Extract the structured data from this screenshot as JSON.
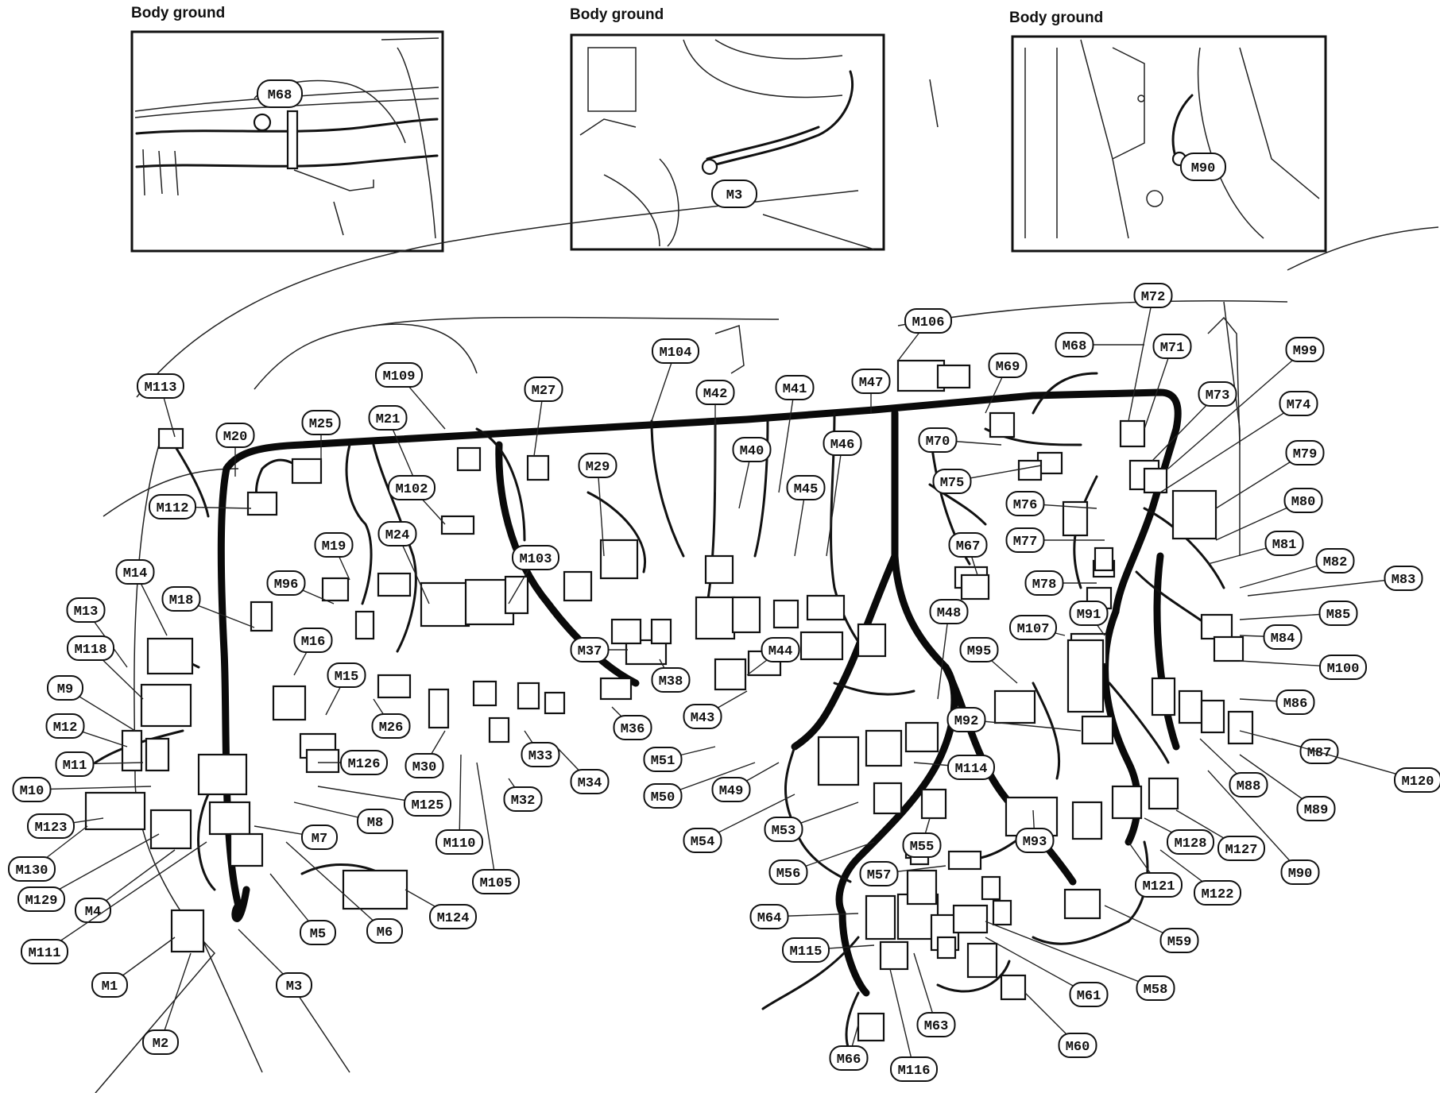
{
  "panels": [
    {
      "title": "Body ground",
      "label": "M68"
    },
    {
      "title": "Body ground",
      "label": "M3"
    },
    {
      "title": "Body ground",
      "label": "M90"
    }
  ],
  "labels": [
    "M113",
    "M109",
    "M104",
    "M106",
    "M72",
    "M68",
    "M71",
    "M99",
    "M27",
    "M42",
    "M41",
    "M47",
    "M69",
    "M20",
    "M25",
    "M21",
    "M40",
    "M46",
    "M70",
    "M73",
    "M74",
    "M112",
    "M102",
    "M29",
    "M45",
    "M75",
    "M76",
    "M79",
    "M80",
    "M14",
    "M19",
    "M24",
    "M103",
    "M67",
    "M77",
    "M78",
    "M81",
    "M82",
    "M83",
    "M96",
    "M18",
    "M16",
    "M13",
    "M37",
    "M44",
    "M48",
    "M107",
    "M91",
    "M85",
    "M84",
    "M118",
    "M15",
    "M38",
    "M43",
    "M95",
    "M100",
    "M9",
    "M26",
    "M36",
    "M86",
    "M12",
    "M126",
    "M30",
    "M33",
    "M51",
    "M92",
    "M87",
    "M11",
    "M34",
    "M114",
    "M88",
    "M120",
    "M10",
    "M125",
    "M8",
    "M32",
    "M50",
    "M49",
    "M89",
    "M123",
    "M7",
    "M110",
    "M93",
    "M127",
    "M128",
    "M54",
    "M53",
    "M55",
    "M130",
    "M90",
    "M56",
    "M57",
    "M121",
    "M122",
    "M105",
    "M129",
    "M4",
    "M124",
    "M6",
    "M5",
    "M64",
    "M59",
    "M111",
    "M115",
    "M58",
    "M1",
    "M3",
    "M61",
    "M63",
    "M60",
    "M2",
    "M66",
    "M116"
  ]
}
